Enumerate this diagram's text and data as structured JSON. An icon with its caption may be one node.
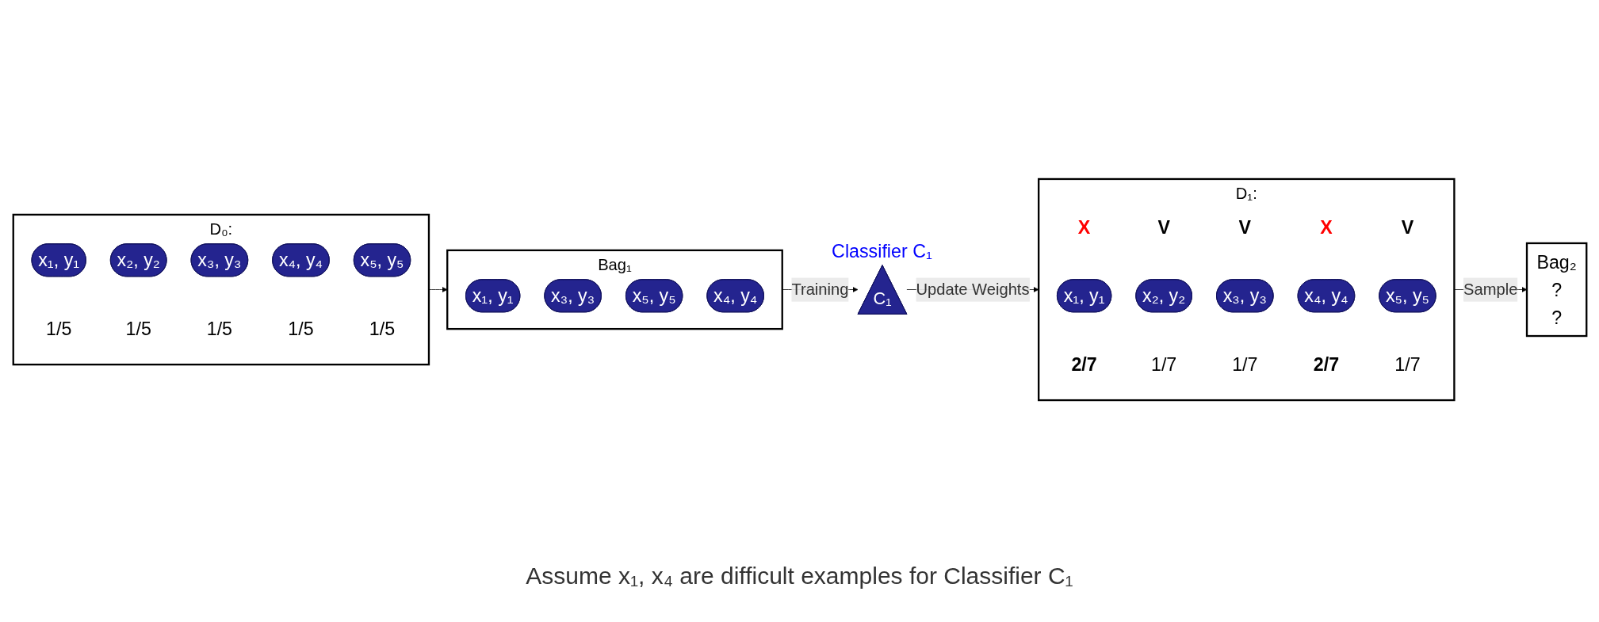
{
  "diagram": {
    "nodes": [
      {
        "text": [
          "D₀:"
        ]
      },
      {
        "text": [
          "x₁, y₁"
        ],
        "in": 0,
        "beside": [
          "1/5"
        ]
      },
      {
        "text": [
          "x₂, y₂"
        ],
        "in": 0,
        "beside": [
          "1/5"
        ]
      },
      {
        "text": [
          "x₃, y₃"
        ],
        "in": 0,
        "beside": [
          "1/5"
        ]
      },
      {
        "text": [
          "x₄, y₄"
        ],
        "in": 0,
        "beside": [
          "1/5"
        ]
      },
      {
        "text": [
          "x₅, y₅"
        ],
        "in": 0,
        "beside": [
          "1/5"
        ]
      },
      {
        "text": [
          "Bag₁"
        ]
      },
      {
        "text": [
          "x₁, y₁"
        ],
        "in": 6
      },
      {
        "text": [
          "x₃, y₃"
        ],
        "in": 6
      },
      {
        "text": [
          "x₅, y₅"
        ],
        "in": 6
      },
      {
        "text": [
          "x₄, y₄"
        ],
        "in": 6
      },
      {
        "text": [
          "C₁"
        ],
        "beside": [
          "Classifier C₁"
        ]
      },
      {
        "text": [
          "D₁:"
        ]
      },
      {
        "text": [
          "x₁, y₁"
        ],
        "in": 12,
        "beside": [
          "X",
          "2/7"
        ]
      },
      {
        "text": [
          "x₂, y₂"
        ],
        "in": 12,
        "beside": [
          "V",
          "1/7"
        ]
      },
      {
        "text": [
          "x₃, y₃"
        ],
        "in": 12,
        "beside": [
          "V",
          "1/7"
        ]
      },
      {
        "text": [
          "x₄, y₄"
        ],
        "in": 12,
        "beside": [
          "X",
          "2/7"
        ]
      },
      {
        "text": [
          "x₅, y₅"
        ],
        "in": 12,
        "beside": [
          "V",
          "1/7"
        ]
      },
      {
        "text": [
          "Bag₂",
          "?",
          "?"
        ]
      }
    ],
    "edges": [
      {
        "from": 0,
        "to": 6,
        "arrow": "to"
      },
      {
        "from": 6,
        "to": 11,
        "arrow": "to",
        "label": "Training"
      },
      {
        "from": 11,
        "to": 12,
        "arrow": "to",
        "label": "Update Weights"
      },
      {
        "from": 12,
        "to": 18,
        "arrow": "to",
        "label": "Sample"
      }
    ],
    "labels": [
      "Assume x₁, x₄ are difficult examples for Classifier C₁"
    ]
  }
}
